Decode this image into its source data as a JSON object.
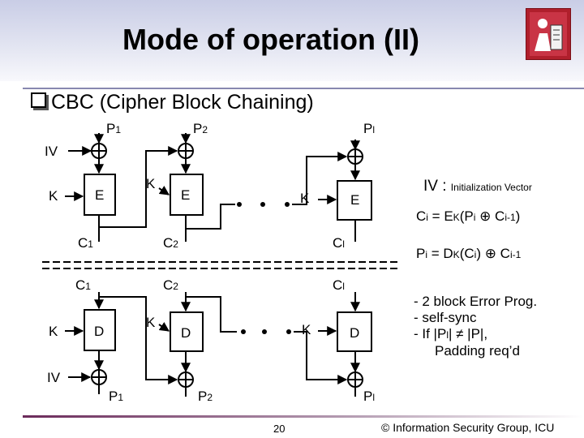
{
  "slide": {
    "title": "Mode of operation (II)",
    "heading": "CBC (Cipher Block Chaining)",
    "page_number": "20",
    "footer": "© Information Security Group, ICU"
  },
  "encryption": {
    "iv_label": "IV",
    "k_label": "K",
    "e_label": "E",
    "p1": "P",
    "p1_sub": "1",
    "p2": "P",
    "p2_sub": "2",
    "pl": "P",
    "pl_sub": "l",
    "c1": "C",
    "c1_sub": "1",
    "c2": "C",
    "c2_sub": "2",
    "cl": "C",
    "cl_sub": "l"
  },
  "decryption": {
    "iv_label": "IV",
    "k_label": "K",
    "d_label": "D",
    "c1": "C",
    "c1_sub": "1",
    "c2": "C",
    "c2_sub": "2",
    "cl": "C",
    "cl_sub": "l",
    "p1": "P",
    "p1_sub": "1",
    "p2": "P",
    "p2_sub": "2",
    "pl": "P",
    "pl_sub": "l"
  },
  "annotations": {
    "iv_def_main": "IV : ",
    "iv_def_small": "Initialization Vector",
    "enc_eq": {
      "a": "C",
      "a_sub": "i",
      "b": " = E",
      "b_sub": "K",
      "c": "(P",
      "c_sub": "i",
      "d": " ⊕ C",
      "d_sub": "i-1",
      "e": ")"
    },
    "dec_eq": {
      "a": "P",
      "a_sub": "i",
      "b": " = D",
      "b_sub": "K",
      "c": "(C",
      "c_sub": "i",
      "d": ") ⊕ C",
      "d_sub": "i-1"
    }
  },
  "notes": {
    "line1": "- 2 block Error Prog.",
    "line2": "- self-sync",
    "line3a": "- If |P",
    "line3a_sub": "l",
    "line3b": "| ≠  |P|,",
    "line4": "Padding req’d"
  }
}
